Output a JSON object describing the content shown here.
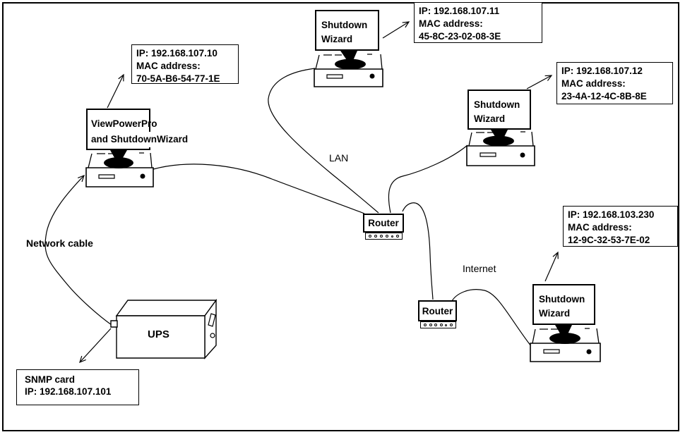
{
  "nodes": {
    "viewpowerpro": {
      "title": [
        "ViewPowerPro",
        "and ShutdownWizard"
      ],
      "info": [
        "IP: 192.168.107.10",
        "MAC address:",
        "70-5A-B6-54-77-1E"
      ]
    },
    "shutdown_top": {
      "title": [
        "Shutdown",
        "Wizard"
      ],
      "info": [
        "IP: 192.168.107.11",
        "MAC address:",
        "45-8C-23-02-08-3E"
      ]
    },
    "shutdown_right": {
      "title": [
        "Shutdown",
        "Wizard"
      ],
      "info": [
        "IP: 192.168.107.12",
        "MAC address:",
        "23-4A-12-4C-8B-8E"
      ]
    },
    "shutdown_bottom": {
      "title": [
        "Shutdown",
        "Wizard"
      ],
      "info": [
        "IP: 192.168.103.230",
        "MAC address:",
        "12-9C-32-53-7E-02"
      ]
    },
    "router_lan": {
      "label": "Router"
    },
    "router_internet": {
      "label": "Router"
    },
    "ups": {
      "label": "UPS"
    },
    "snmp": {
      "info": [
        "SNMP card",
        "IP: 192.168.107.101"
      ]
    }
  },
  "labels": {
    "lan": "LAN",
    "internet": "Internet",
    "network_cable": "Network cable"
  },
  "colors": {
    "ink": "#000000",
    "paper": "#ffffff"
  }
}
